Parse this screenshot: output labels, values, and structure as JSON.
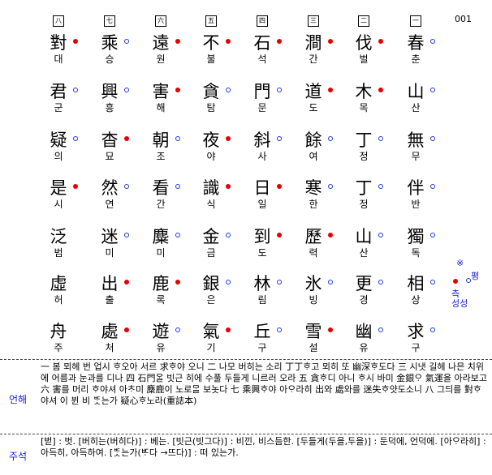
{
  "page_number": "001",
  "columns": [
    {
      "num": "一",
      "chars": [
        {
          "han": "春",
          "kor": "춘",
          "mark": "blue"
        },
        {
          "han": "山",
          "kor": "산",
          "mark": "blue"
        },
        {
          "han": "無",
          "kor": "무",
          "mark": "blue"
        },
        {
          "han": "伴",
          "kor": "반",
          "mark": "blue"
        },
        {
          "han": "獨",
          "kor": "독",
          "mark": "blue"
        },
        {
          "han": "相",
          "kor": "상",
          "mark": "blue"
        },
        {
          "han": "求",
          "kor": "구",
          "mark": "blue"
        }
      ]
    },
    {
      "num": "二",
      "chars": [
        {
          "han": "伐",
          "kor": "벌",
          "mark": "red"
        },
        {
          "han": "木",
          "kor": "목",
          "mark": "red"
        },
        {
          "han": "丁",
          "kor": "정",
          "mark": "blue"
        },
        {
          "han": "丁",
          "kor": "정",
          "mark": "blue"
        },
        {
          "han": "山",
          "kor": "산",
          "mark": "blue"
        },
        {
          "han": "更",
          "kor": "경",
          "mark": "blue"
        },
        {
          "han": "幽",
          "kor": "유",
          "mark": "blue"
        }
      ]
    },
    {
      "num": "三",
      "chars": [
        {
          "han": "澗",
          "kor": "간",
          "mark": "red"
        },
        {
          "han": "道",
          "kor": "도",
          "mark": "red"
        },
        {
          "han": "餘",
          "kor": "여",
          "mark": "blue"
        },
        {
          "han": "寒",
          "kor": "한",
          "mark": "blue"
        },
        {
          "han": "歷",
          "kor": "력",
          "mark": "red"
        },
        {
          "han": "氷",
          "kor": "빙",
          "mark": "blue"
        },
        {
          "han": "雪",
          "kor": "설",
          "mark": "red"
        }
      ]
    },
    {
      "num": "四",
      "chars": [
        {
          "han": "石",
          "kor": "석",
          "mark": "red"
        },
        {
          "han": "門",
          "kor": "문",
          "mark": "blue"
        },
        {
          "han": "斜",
          "kor": "사",
          "mark": "blue"
        },
        {
          "han": "日",
          "kor": "일",
          "mark": "red"
        },
        {
          "han": "到",
          "kor": "도",
          "mark": "red"
        },
        {
          "han": "林",
          "kor": "림",
          "mark": "blue"
        },
        {
          "han": "丘",
          "kor": "구",
          "mark": "blue"
        }
      ]
    },
    {
      "num": "五",
      "chars": [
        {
          "han": "不",
          "kor": "불",
          "mark": "red"
        },
        {
          "han": "貪",
          "kor": "탐",
          "mark": "blue"
        },
        {
          "han": "夜",
          "kor": "야",
          "mark": "red"
        },
        {
          "han": "識",
          "kor": "식",
          "mark": "red"
        },
        {
          "han": "金",
          "kor": "금",
          "mark": "blue"
        },
        {
          "han": "銀",
          "kor": "은",
          "mark": "blue"
        },
        {
          "han": "氣",
          "kor": "기",
          "mark": "red"
        }
      ]
    },
    {
      "num": "六",
      "chars": [
        {
          "han": "遠",
          "kor": "원",
          "mark": "red"
        },
        {
          "han": "害",
          "kor": "해",
          "mark": "red"
        },
        {
          "han": "朝",
          "kor": "조",
          "mark": "blue"
        },
        {
          "han": "看",
          "kor": "간",
          "mark": "blue"
        },
        {
          "han": "麋",
          "kor": "미",
          "mark": "blue"
        },
        {
          "han": "鹿",
          "kor": "록",
          "mark": "red"
        },
        {
          "han": "遊",
          "kor": "유",
          "mark": "blue"
        }
      ]
    },
    {
      "num": "七",
      "chars": [
        {
          "han": "乘",
          "kor": "승",
          "mark": "blue"
        },
        {
          "han": "興",
          "kor": "흥",
          "mark": "blue"
        },
        {
          "han": "杳",
          "kor": "묘",
          "mark": "red"
        },
        {
          "han": "然",
          "kor": "연",
          "mark": "blue"
        },
        {
          "han": "迷",
          "kor": "미",
          "mark": "blue"
        },
        {
          "han": "出",
          "kor": "출",
          "mark": "red"
        },
        {
          "han": "處",
          "kor": "처",
          "mark": "red"
        }
      ]
    },
    {
      "num": "八",
      "chars": [
        {
          "han": "對",
          "kor": "대",
          "mark": "red"
        },
        {
          "han": "君",
          "kor": "군",
          "mark": "blue"
        },
        {
          "han": "疑",
          "kor": "의",
          "mark": "blue"
        },
        {
          "han": "是",
          "kor": "시",
          "mark": "red"
        },
        {
          "han": "泛",
          "kor": "범",
          "mark": ""
        },
        {
          "han": "虛",
          "kor": "허",
          "mark": ""
        },
        {
          "han": "舟",
          "kor": "주",
          "mark": ""
        }
      ]
    }
  ],
  "side_note": {
    "symbol": "※",
    "t1": "측",
    "t2": "평",
    "t3": "성성"
  },
  "eonhae": {
    "label": "언해",
    "text": "一 봄 뫼헤 번 업시 ᄒᆞ오아 서르 求ᄒᆞ야 오니 二 나모 버히는 소리 丁丁ᄒᆞ고 뫼히 또 幽深ᄒᆞ도다 三 시냇 길헤 나믄 치위에 어름과 눈과를 디나 四 石門ᄋᆞᆯ 빗근 히에 수풀 두들게 니르러 오라 五 貪ᄒᆞ디 아니 ᄒᆞ시 바미 金銀ᄋᆞ 氣運을 아라보고 六 害를 머리 ᄒᆞ야셔 아ᄎᆞ미 麋鹿이 노로ᄆᆞᆯ 보놋다 七 乘興ᄒᆞ야 아ᄋᆞ라히 出와 處와를 迷失ᄒᆞ얏도소니 八 그듸를 對ᄒᆞ야셔 이 뷘 비 ᄠᆞᆺ는가 疑心ᄒᆞ노라(重誌本)"
  },
  "jushuk": {
    "label": "주석",
    "text": "[벋] : 벗. [버히는(버히다)] : 베는. [빗근(빗그다)] : 비낀, 비스듬한. [두들게(두을,두을)] : 둔덕에, 언덕에. [아ᄋᆞ라히] : 아득히, 아득하여. [ᄠᆞᆺ는가(ᄠᆞ다 →뜨다)] : 떠 있는가."
  }
}
